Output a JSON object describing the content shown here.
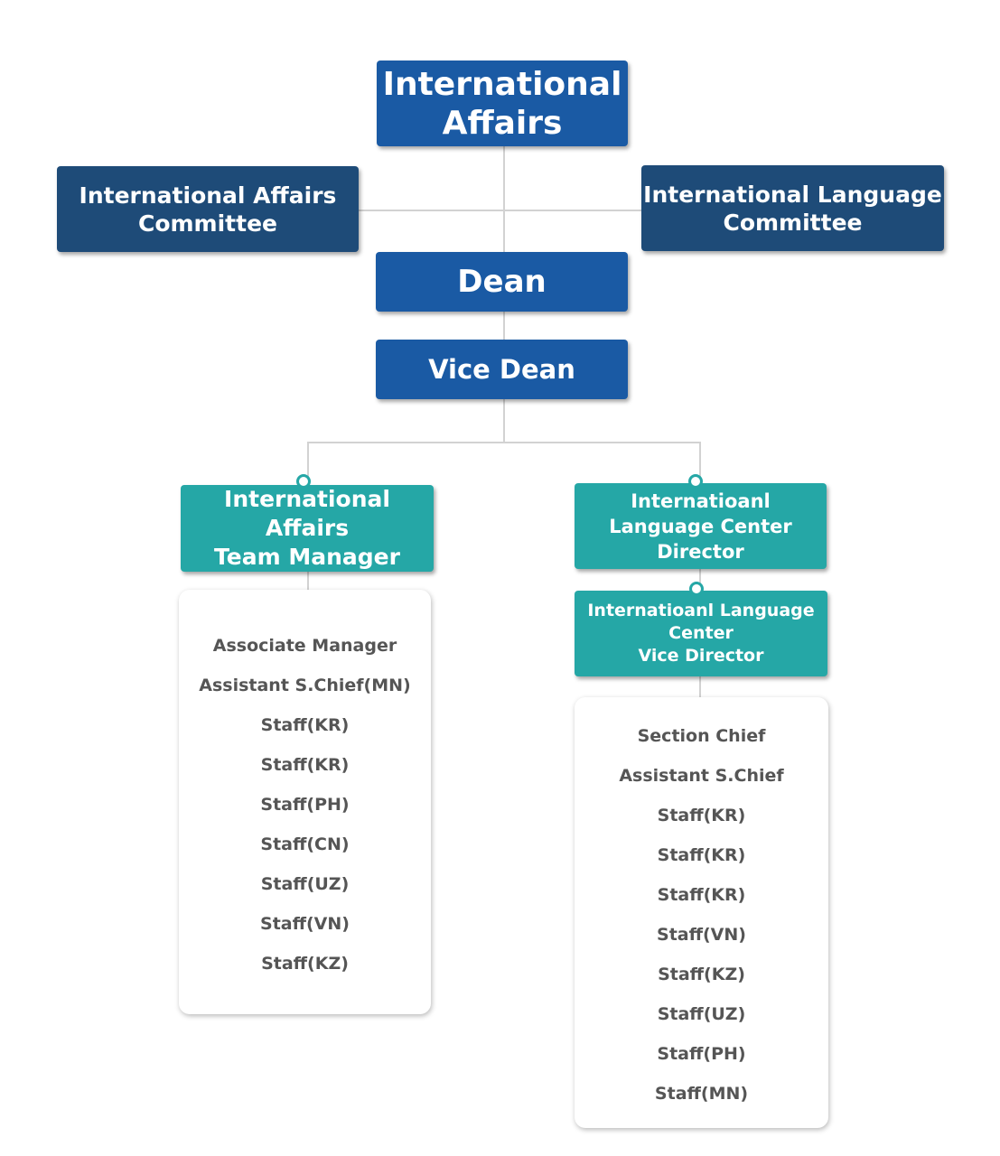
{
  "org": {
    "top": [
      "International",
      "Affairs"
    ],
    "committee_left": [
      "International Affairs",
      "Committee"
    ],
    "committee_right": [
      "International Language",
      "Committee"
    ],
    "dean": "Dean",
    "vice_dean": "Vice Dean",
    "team_manager": [
      "International Affairs",
      "Team Manager"
    ],
    "center_director": [
      "Internatioanl",
      "Language Center",
      "Director"
    ],
    "center_vice_director": [
      "Internatioanl Language",
      "Center",
      "Vice Director"
    ]
  },
  "left_staff": [
    "Associate Manager",
    "Assistant S.Chief(MN)",
    "Staff(KR)",
    "Staff(KR)",
    "Staff(PH)",
    "Staff(CN)",
    "Staff(UZ)",
    "Staff(VN)",
    "Staff(KZ)"
  ],
  "right_staff": [
    "Section Chief",
    "Assistant S.Chief",
    "Staff(KR)",
    "Staff(KR)",
    "Staff(KR)",
    "Staff(VN)",
    "Staff(KZ)",
    "Staff(UZ)",
    "Staff(PH)",
    "Staff(MN)"
  ],
  "colors": {
    "top_blue": "#1a5aa4",
    "committee_navy": "#1e4b78",
    "team_teal": "#25a7a6",
    "connector": "#d2d2d2",
    "staff_text": "#555555"
  }
}
